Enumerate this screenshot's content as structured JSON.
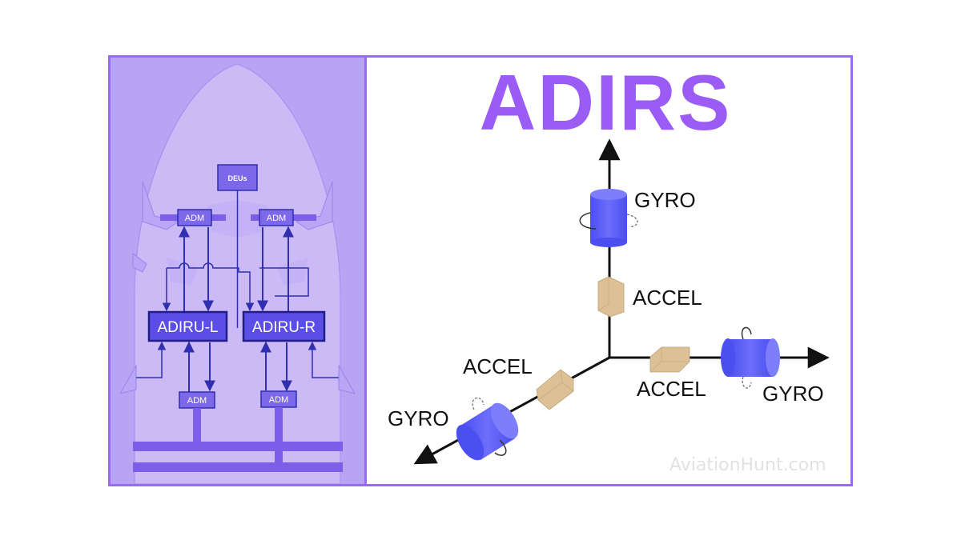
{
  "title": "ADIRS",
  "watermark": "AviationHunt.com",
  "left_diagram": {
    "deu_label": "DEUs",
    "adm_label": "ADM",
    "adiru_left": "ADIRU-L",
    "adiru_right": "ADIRU-R"
  },
  "right_diagram": {
    "labels": {
      "gyro_top": "GYRO",
      "accel_top": "ACCEL",
      "accel_left": "ACCEL",
      "gyro_left": "GYRO",
      "accel_right": "ACCEL",
      "gyro_right": "GYRO"
    }
  },
  "colors": {
    "accent": "#9b5cf5",
    "panel": "#b7a4f2",
    "fuselage": "#ccbaf7",
    "adiru_fill": "#5a4ee6",
    "line": "#2f2fb0",
    "gyro": "#5b5cf6",
    "accel": "#d9bd8f"
  }
}
